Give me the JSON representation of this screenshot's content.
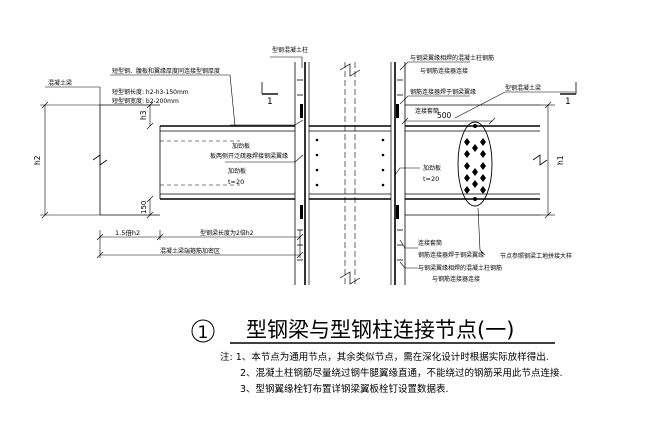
{
  "title": {
    "number": "1",
    "text": "型钢梁与型钢柱连接节点(一)"
  },
  "notes": {
    "prefix": "注:",
    "items": [
      "1、本节点为通用节点，其余类似节点，需在深化设计时根据实际放样得出.",
      "2、混凝土柱钢筋尽量绕过钢牛腿翼缘直通，不能绕过的钢筋采用此节点连接.",
      "3、型钢翼缘栓钉布置详钢梁翼板栓钉设置数据表."
    ]
  },
  "labels": {
    "steel_column": "型钢混凝土柱",
    "rebar_weld_top": "与钢梁翼缘相焊的混凝土柱钢筋",
    "rebar_weld_top2": "与钢筋连接器连接",
    "connector_weld_top": "钢筋连接器焊于钢梁翼缘",
    "steel_beam_right": "型钢混凝土梁",
    "concrete_beam": "混凝土梁",
    "haunch_note": "短型钢、腹板和翼缘厚度同连接型钢厚度",
    "short_length": "短型钢长度: h2-h3-150mm",
    "short_width": "短型钢宽度: b2-200mm",
    "stiffener1": "加劲板",
    "stiffener1b": "板两侧开泛疏器焊接钢梁翼缘",
    "stiffener2": "加劲板",
    "stiffener2_t": "t=20",
    "stiffener3": "加劲板",
    "stiffener3_t": "t=20",
    "connector_bot": "连接套筒",
    "connector_bot2": "钢筋连接器焊于钢梁翼缘",
    "rebar_weld_bot": "与钢梁翼缘相焊的混凝土柱钢筋",
    "rebar_weld_bot2": "与钢筋连接器连接",
    "connector_top": "连接套筒",
    "node_ref": "节点参照钢梁工地拼接大样",
    "dim_500": "500",
    "dim_h1": "h1",
    "dim_h2": "h2",
    "dim_h3": "h3",
    "dim_150": "150",
    "dim_15h2": "1.5倍h2",
    "dim_beam_len": "型钢梁长度为2倍h2",
    "dim_dense": "混凝土梁端箍筋加密区",
    "section_mark": "1"
  }
}
